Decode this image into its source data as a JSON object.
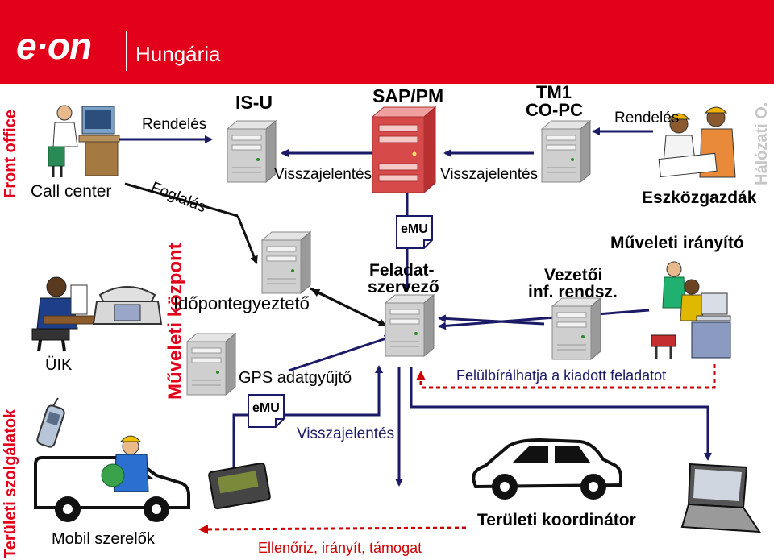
{
  "header": {
    "logo_text": "e·on",
    "region": "Hungária",
    "color": "#e2001a"
  },
  "zones": {
    "front_office": "Front office",
    "network": "Hálózati O.",
    "ops_center": "Műveleti központ",
    "field_services": "Területi szolgálatok"
  },
  "systems": {
    "isu": "IS-U",
    "sappm": "SAP/PM",
    "tm1_line1": "TM1",
    "tm1_line2": "CO-PC",
    "scheduler": "Időpontegyeztető",
    "task_org_line1": "Feladat-",
    "task_org_line2": "szervező",
    "mis_line1": "Vezetői",
    "mis_line2": "inf. rendsz.",
    "gps": "GPS adatgyűjtő",
    "emu": "eMU"
  },
  "actors": {
    "call_center": "Call center",
    "asset_managers": "Eszközgazdák",
    "ops_controller": "Műveleti irányító",
    "uik": "ÜIK",
    "field_workers": "Mobil szerelők",
    "area_coordinator": "Területi koordinátor"
  },
  "flows": {
    "order_left": "Rendelés",
    "order_right": "Rendelés",
    "booking": "Foglalás",
    "report1": "Visszajelentés",
    "report2": "Visszajelentés",
    "report3": "Visszajelentés",
    "override": "Felülbírálhatja a kiadott feladatot",
    "check": "Ellenőriz, irányít, támogat"
  },
  "colors": {
    "accent_red": "#e2001a",
    "arrow_navy": "#1a1a66",
    "dotted_red": "#cc0000",
    "server_grey": "#c8c8c8",
    "server_red": "#d64a4a"
  }
}
